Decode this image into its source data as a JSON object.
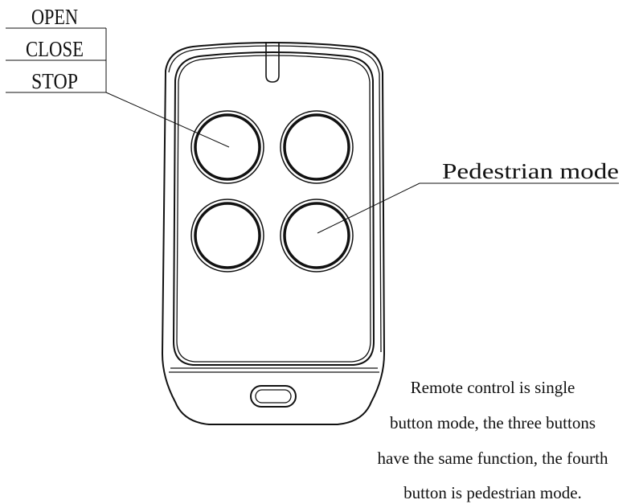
{
  "labels": {
    "open": "OPEN",
    "close": "CLOSE",
    "stop": "STOP",
    "pedestrian": "Pedestrian mode"
  },
  "description": [
    "Remote control is single",
    "button mode, the three buttons",
    "have the same function, the fourth",
    "button is pedestrian mode."
  ],
  "colors": {
    "line": "#111111",
    "background": "#ffffff"
  }
}
